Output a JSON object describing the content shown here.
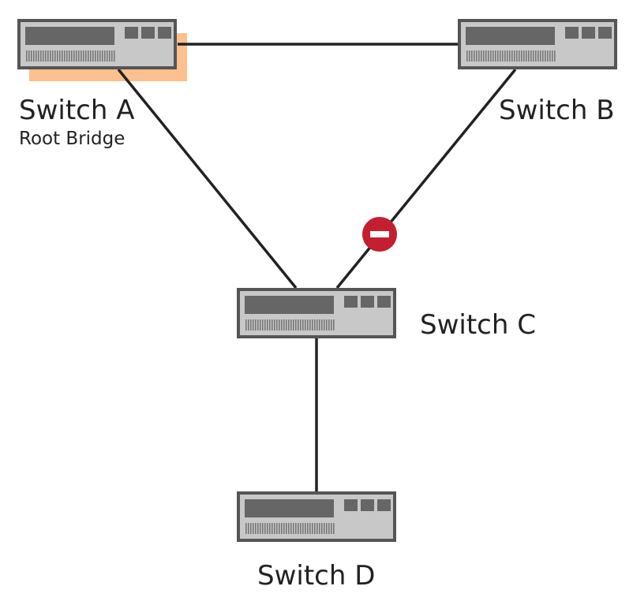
{
  "nodes": [
    {
      "id": "A",
      "label": "Switch A",
      "sublabel": "Root Bridge",
      "root": true
    },
    {
      "id": "B",
      "label": "Switch B"
    },
    {
      "id": "C",
      "label": "Switch C"
    },
    {
      "id": "D",
      "label": "Switch D"
    }
  ],
  "links": [
    {
      "from": "A",
      "to": "B",
      "state": "forwarding"
    },
    {
      "from": "A",
      "to": "C",
      "state": "forwarding"
    },
    {
      "from": "B",
      "to": "C",
      "state": "blocked"
    },
    {
      "from": "C",
      "to": "D",
      "state": "forwarding"
    }
  ],
  "colors": {
    "root_highlight": "#fdc08e",
    "blocked_icon": "#c41e30",
    "link": "#222222",
    "switch_body": "#c8c8c8",
    "switch_border": "#555555"
  },
  "icons": {
    "blocked": "no-entry-icon"
  }
}
